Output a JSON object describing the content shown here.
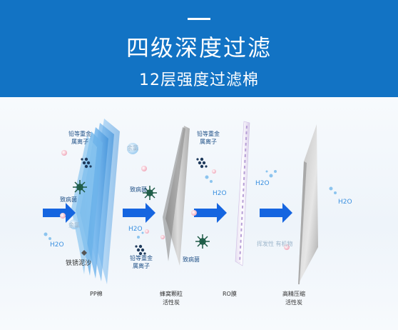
{
  "header": {
    "title": "四级深度过滤",
    "subtitle": "12层强度过滤棉"
  },
  "labels": {
    "heavy_metal_line1": "铅等重金",
    "heavy_metal_line2": "属离子",
    "pathogen": "致病菌",
    "chlorine": "余氯",
    "water": "H2O",
    "rust": "铁锈泥沙",
    "volatile": "挥发性 有机物"
  },
  "stages": [
    {
      "line1": "PP棉",
      "line2": ""
    },
    {
      "line1": "蜂窝颗粒",
      "line2": "活性炭"
    },
    {
      "line1": "RO膜",
      "line2": ""
    },
    {
      "line1": "高精压缩",
      "line2": "活性炭"
    }
  ],
  "colors": {
    "header_bg": "#1273c4",
    "arrow": "#1565e0",
    "pp_layer": "#5aa8e6",
    "particle_pink": "#f4b7c4",
    "particle_blue": "#8fc6ee"
  }
}
